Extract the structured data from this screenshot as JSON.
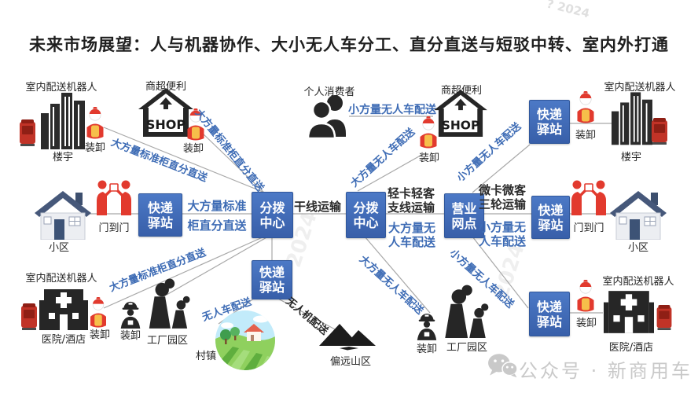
{
  "title": "未来市场展望：人与机器协作、大小无人车分工、直分直送与短驳中转、室内外打通",
  "nodes": {
    "express_station": {
      "l1": "快递",
      "l2": "驿站"
    },
    "sorting_hub": {
      "l1": "分拨",
      "l2": "中心"
    },
    "business_outlet": {
      "l1": "营业",
      "l2": "网点"
    }
  },
  "labels": {
    "indoor_robot": "室内配送机器人",
    "building": "楼宇",
    "unload": "装卸",
    "supermarket": "商超便利",
    "shop_sign": "SHOP",
    "community": "小区",
    "door_to_door": "门到门",
    "consumer": "个人消费者",
    "hospital_hotel": "医院/酒店",
    "factory_park": "工厂园区",
    "village": "村镇",
    "remote_mountain": "偏远山区"
  },
  "edges": {
    "std_cabinet_direct": "大方量标准柜直分直送",
    "std_cabinet_direct_2l": {
      "l1": "大方量标准",
      "l2": "柜直分直送"
    },
    "trunk_transport": "干线运输",
    "light_truck_branch": {
      "l1": "轻卡轻客",
      "l2": "支线运输"
    },
    "large_ugv_2l": {
      "l1": "大方量无",
      "l2": "人车配送"
    },
    "micro_truck_trike": {
      "l1": "微卡微客",
      "l2": "三轮运输"
    },
    "small_ugv_2l": {
      "l1": "小方量无",
      "l2": "人车配送"
    },
    "small_ugv": "小方量无人车配送",
    "large_ugv": "大方量无人车配送",
    "ugv_delivery": "无人车配送",
    "drone_delivery": "无人机配送"
  },
  "watermark": {
    "brand": "公众号 · 新商用车",
    "faint_year": "2024",
    "corner_mark": "? 2024"
  },
  "colors": {
    "node_blue": "#3f69b5",
    "label_blue": "#3e6cb5",
    "line_gray": "#a8a8a8",
    "courier_red": "#e23a2e",
    "vest_yellow": "#f6bf4a",
    "robot_red": "#c13327",
    "icon_black": "#262626",
    "watermark_gray": "#c9c9c9"
  }
}
